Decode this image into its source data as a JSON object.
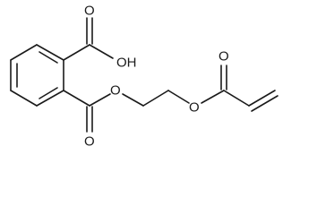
{
  "structure": {
    "atoms": {
      "carbonyl_o_acid": "O",
      "hydroxyl": "OH",
      "ester_o_carbonyl": "O",
      "ester_o_link": "O",
      "ether_o_link": "O",
      "acrylate_carbonyl_o": "O"
    }
  },
  "colors": {
    "bond": "#1a1a1a",
    "background": "#ffffff"
  }
}
